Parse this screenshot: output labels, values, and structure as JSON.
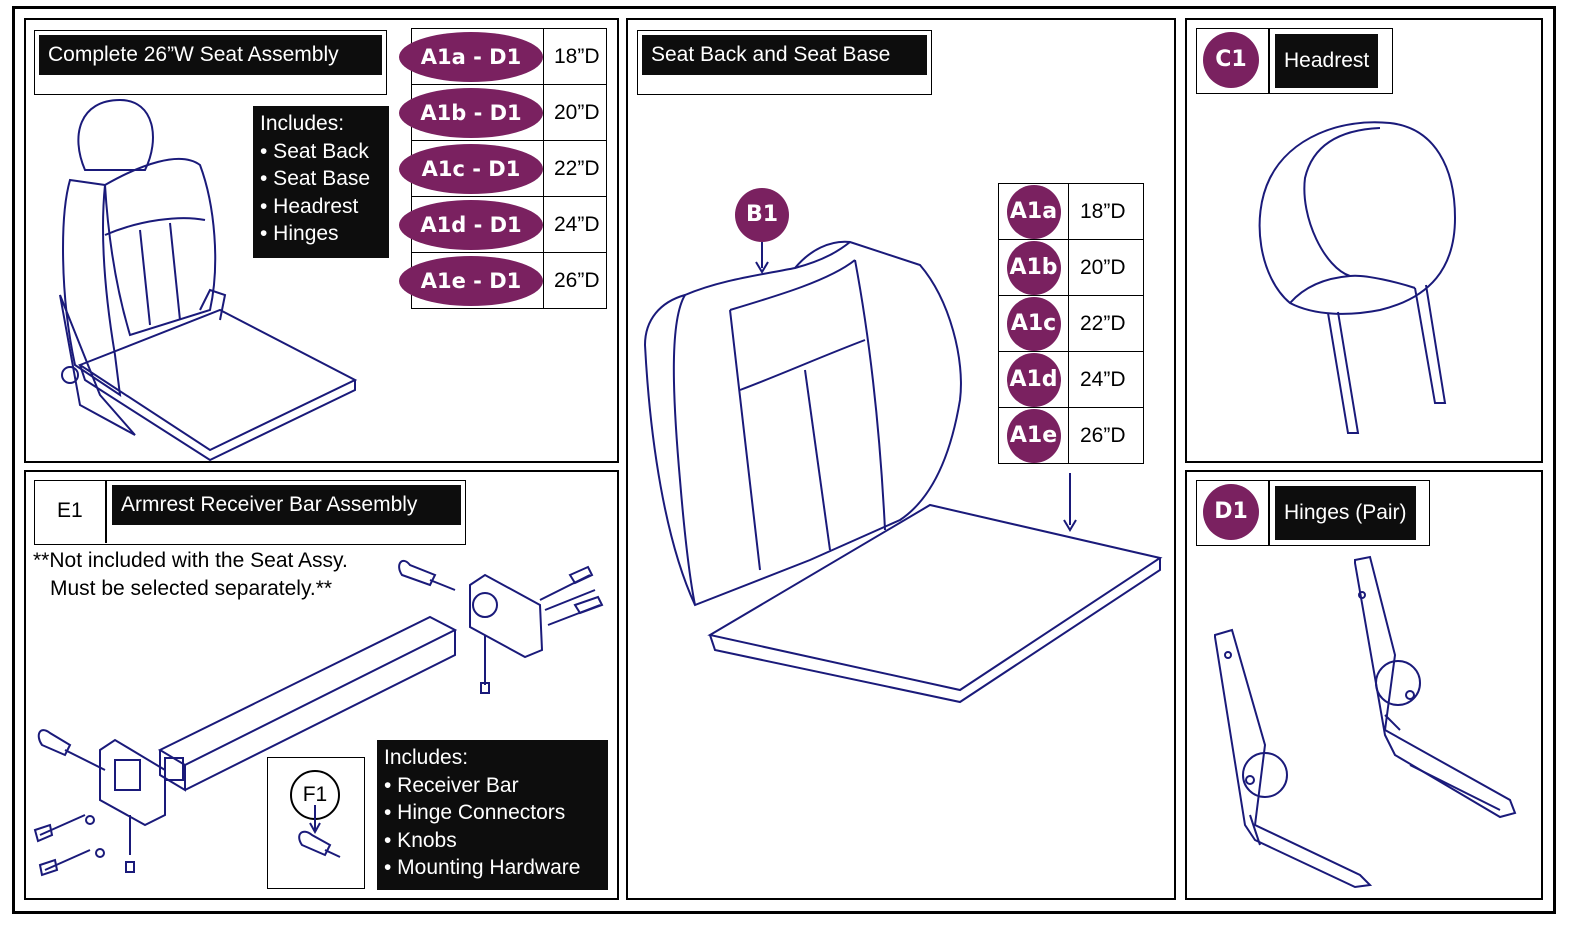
{
  "panels": {
    "complete": {
      "title": "Complete 26”W Seat Assembly",
      "includes": [
        "Includes:",
        "• Seat Back",
        "• Seat Base",
        "• Headrest",
        "• Hinges"
      ],
      "options": [
        {
          "code": "A1a - D1",
          "depth": "18”D"
        },
        {
          "code": "A1b - D1",
          "depth": "20”D"
        },
        {
          "code": "A1c - D1",
          "depth": "22”D"
        },
        {
          "code": "A1d - D1",
          "depth": "24”D"
        },
        {
          "code": "A1e - D1",
          "depth": "26”D"
        }
      ]
    },
    "seat_back_base": {
      "title": "Seat Back and Seat Base",
      "back_callout": "B1",
      "options": [
        {
          "code": "A1a",
          "depth": "18”D"
        },
        {
          "code": "A1b",
          "depth": "20”D"
        },
        {
          "code": "A1c",
          "depth": "22”D"
        },
        {
          "code": "A1d",
          "depth": "24”D"
        },
        {
          "code": "A1e",
          "depth": "26”D"
        }
      ]
    },
    "headrest": {
      "code": "C1",
      "title": "Headrest"
    },
    "hinges": {
      "code": "D1",
      "title": "Hinges (Pair)"
    },
    "armrest": {
      "code": "E1",
      "title": "Armrest Receiver Bar Assembly",
      "note_line1": "**Not included with the Seat Assy.",
      "note_line2": "Must be selected separately.**",
      "knob_callout": "F1",
      "includes": [
        "Includes:",
        "• Receiver Bar",
        "• Hinge Connectors",
        "• Knobs",
        "• Mounting Hardware"
      ]
    }
  },
  "colors": {
    "callout": "#7a2160",
    "line_art": "#1a1a7a",
    "label_bg": "#0d0d0d"
  }
}
